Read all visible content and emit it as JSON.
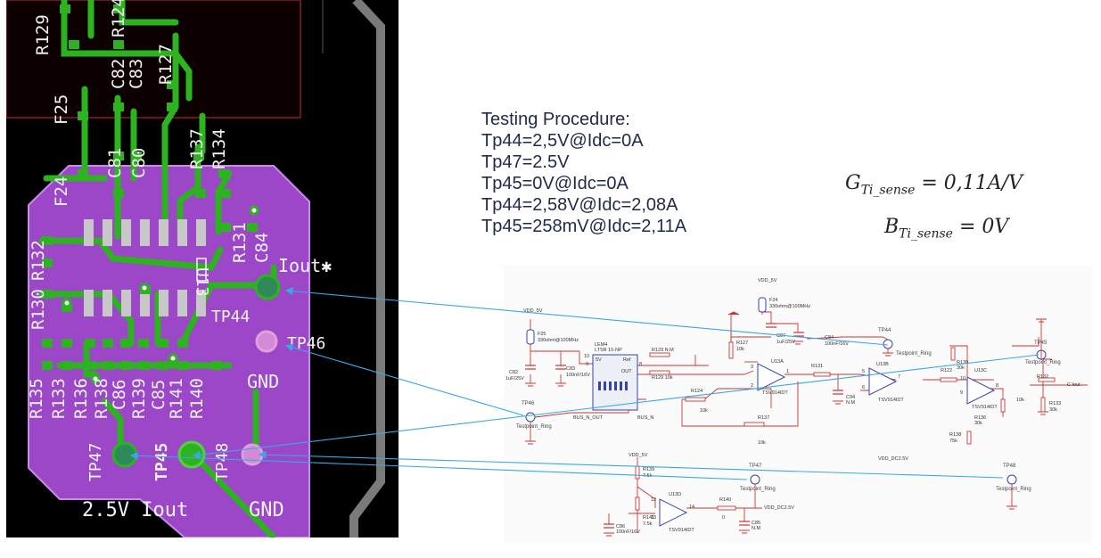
{
  "pcb": {
    "designators_top": [
      "R129",
      "C82",
      "C83",
      "R127",
      "R124",
      "F25"
    ],
    "designators_mid": [
      "F24",
      "C81",
      "C80",
      "R137",
      "R134",
      "R131",
      "C84",
      "R130",
      "R132",
      "U13"
    ],
    "designators_bottom": [
      "R135",
      "R133",
      "R136",
      "R138",
      "C86",
      "R139",
      "C85",
      "R141",
      "R140"
    ],
    "iout_star_label": "Iout✱",
    "tp44_label": "TP44",
    "tp46_label": "TP46",
    "gnd_label": "GND",
    "tp47_label": "TP47",
    "tp45_label": "TP45",
    "tp48_label": "TP48",
    "bottom_label_left": "2.5V Iout",
    "bottom_label_gnd": "GND",
    "colors": {
      "board": "#000000",
      "copper": "#2db31f",
      "plane": "#9b47c8",
      "plane_border": "#c98be8",
      "pad": "#c7c7c7"
    }
  },
  "procedure": {
    "title": "Testing Procedure:",
    "lines": [
      "Tp44=2,5V@Idc=0A",
      "Tp47=2.5V",
      "Tp45=0V@Idc=0A",
      "Tp44=2,58V@Idc=2,08A",
      "Tp45=258mV@Idc=2,11A"
    ]
  },
  "equations": {
    "gain_symbol": "G",
    "gain_sub": "Ti_sense",
    "gain_rhs": "= 0,11A/V",
    "offset_symbol": "B",
    "offset_sub": "Ti_sense",
    "offset_rhs": "= 0V"
  },
  "schematic": {
    "vdd_5v_a": "VDD_5V",
    "vdd_5v_b": "VDD_5V",
    "vdd_5v_c": "VDD_5V",
    "f25": "F25",
    "f25_val": "330ohm@100MHz",
    "f24": "F24",
    "f24_val": "330ohm@100MHz",
    "c82": "C82",
    "c82_val": "1uF/25V",
    "c83": "C83",
    "c83_val": "100nF/16V",
    "ic_name": "LEM4",
    "ic_part": "LTSR 15-NP",
    "ic_5v": "5V",
    "ic_ref": "Ref",
    "ic_out": "OUT",
    "r129": "R129 N.M",
    "r129b": "R129 10k",
    "r127": "R127",
    "r127_val": "10k",
    "c87": "C87",
    "c87_val": "1uF/25V",
    "c84": "C84",
    "c84_val": "100nF/16V",
    "u13a": "U13A",
    "u13a_part": "TSV914IDT",
    "r124": "R124",
    "r124_val": "10k",
    "r137": "R137",
    "r137_val": "10k",
    "r131": "R131",
    "c94": "C94",
    "c94_val": "N.M",
    "u13b": "U13B",
    "u13b_part": "TSV914IDT",
    "r122": "R122",
    "r130": "R130",
    "r130_val": "30k",
    "u13c": "U13C",
    "u13c_part": "TSV914IDT",
    "r132": "R132",
    "r132_val": "10k",
    "r133": "R133",
    "r133_val": "30k",
    "r136": "R136",
    "r136_val": "30k",
    "r138": "R138",
    "r138_val": "75k",
    "r139": "R139",
    "r139_val": "7.5k",
    "r141": "R141",
    "r141_val": "7.5k",
    "r140": "R140",
    "r140_val": "0",
    "c85": "C85",
    "c85_val": "N.M",
    "c86": "C86",
    "c86_val": "100nF/16V",
    "u13d": "U13D",
    "u13d_part": "TSV914IDT",
    "bus_n_out": "BUS_N_OUT",
    "bus_n": "BUS_N",
    "c_iout": "C Iout",
    "vdd_dc2_5v": "VDD_DC2.5V",
    "vdd_dc2_5v_b": "VDD_DC2.5V",
    "tp44": "TP44",
    "tp45": "TP45",
    "tp46": "TP46",
    "tp47": "TP47",
    "tp48": "TP48",
    "testpoint": "Testpoint_Ring",
    "pins": [
      "10",
      "9",
      "8",
      "3",
      "2",
      "1",
      "5",
      "6",
      "7",
      "10",
      "9",
      "8",
      "12",
      "13",
      "14"
    ],
    "colors": {
      "wire": "#cc3333",
      "component": "#3344aa",
      "arrow": "#3aa8e6"
    }
  }
}
